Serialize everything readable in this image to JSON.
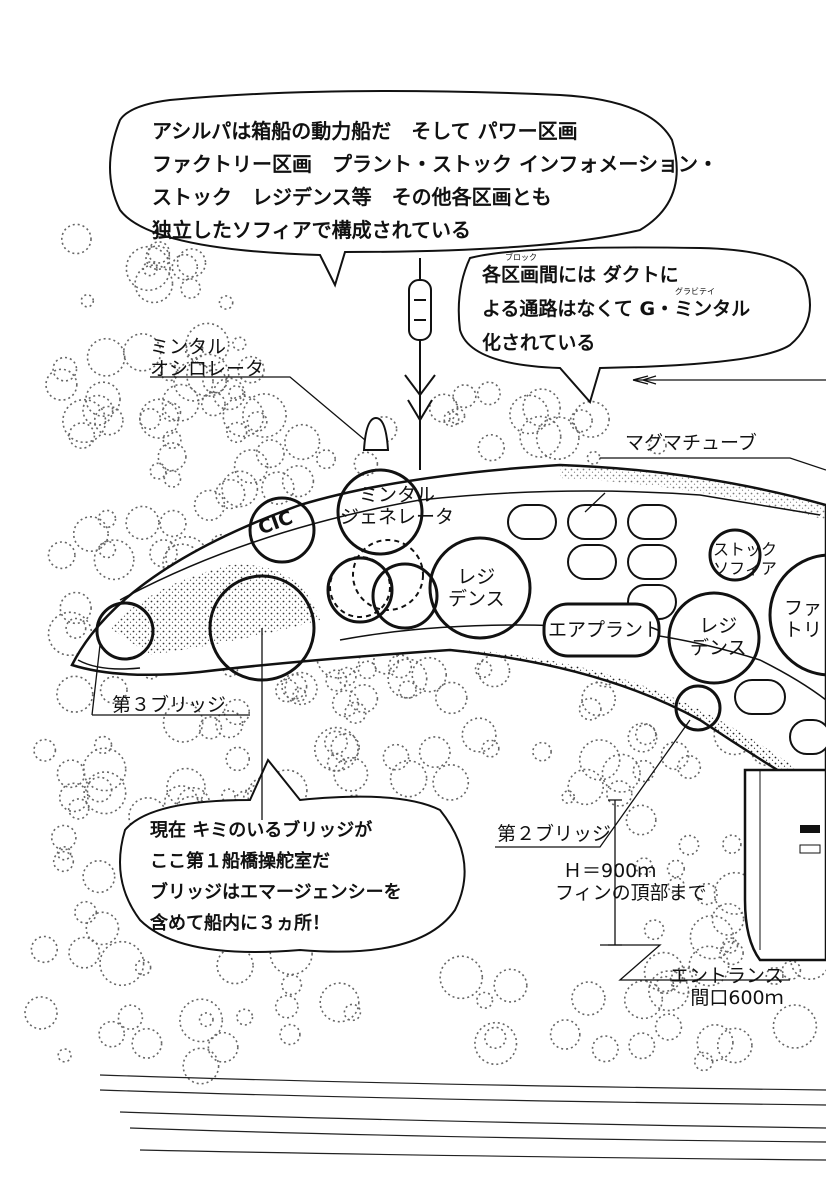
{
  "bubbles": {
    "top_left": {
      "lines": [
        "アシルパは箱船の動力船だ　そして パワー区画",
        "ファクトリー区画　プラント・ストック インフォメーション・",
        "ストック　レジデンス等　その他各区画とも",
        "独立したソフィアで構成されている"
      ]
    },
    "top_right": {
      "lines": [
        "各区画間には ダクトに",
        "よる通路はなくて G・ミンタル",
        "化されている"
      ],
      "ruby_block": "ブロック",
      "ruby_gravity": "グラビテイ"
    },
    "bottom": {
      "lines": [
        "現在 キミのいるブリッジが",
        "ここ第１船橋操舵室だ",
        "ブリッジはエマージェンシーを",
        "含めて船内に３ヵ所！"
      ]
    }
  },
  "labels": {
    "mintal_oscillator": [
      "ミンタル",
      "オシロレータ"
    ],
    "magma_tube": "マグマチューブ",
    "cic": "CIC",
    "mintal_generator": [
      "ミンタル",
      "ジェネレータ"
    ],
    "residence_1": [
      "レジ",
      "デンス"
    ],
    "stock_sofia": [
      "ストック",
      "ソフィア"
    ],
    "air_plant": "エアプラント",
    "residence_2": [
      "レジ",
      "デンス"
    ],
    "factory": [
      "ファ",
      "トリ"
    ],
    "bridge_3": "第３ブリッジ",
    "bridge_2": "第２ブリッジ",
    "height": [
      "Ｈ＝900ｍ",
      "フィンの頂部まで"
    ],
    "entrance": [
      "エントランス",
      "間口600ｍ"
    ]
  }
}
